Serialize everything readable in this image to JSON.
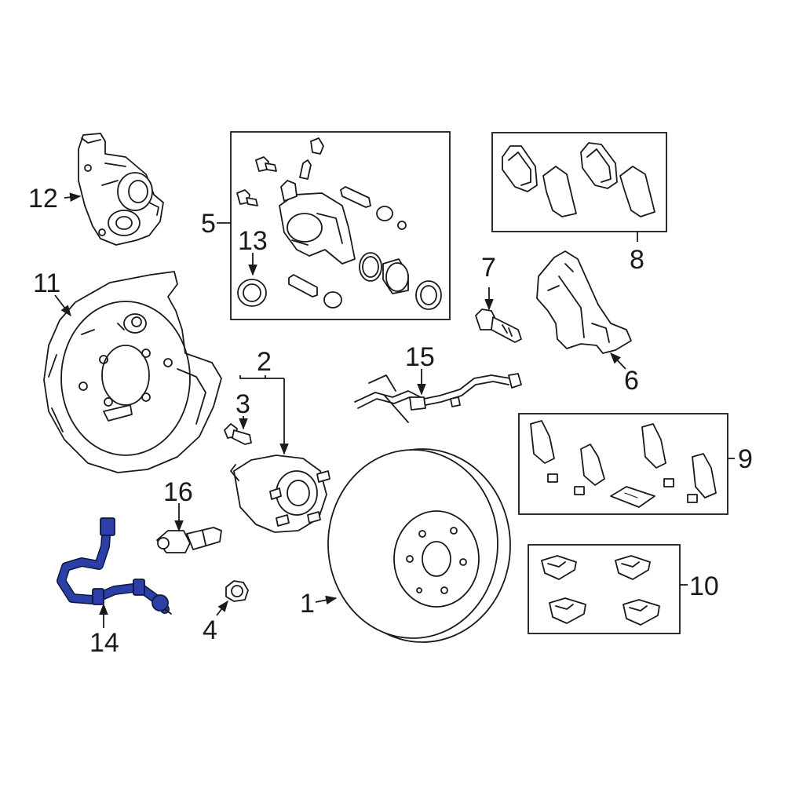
{
  "diagram": {
    "highlight_color": "#2b3fa6",
    "callouts": {
      "c1": "1",
      "c2": "2",
      "c3": "3",
      "c4": "4",
      "c5": "5",
      "c6": "6",
      "c7": "7",
      "c8": "8",
      "c9": "9",
      "c10": "10",
      "c11": "11",
      "c12": "12",
      "c13": "13",
      "c14": "14",
      "c15": "15",
      "c16": "16"
    },
    "highlighted_part": "14"
  }
}
